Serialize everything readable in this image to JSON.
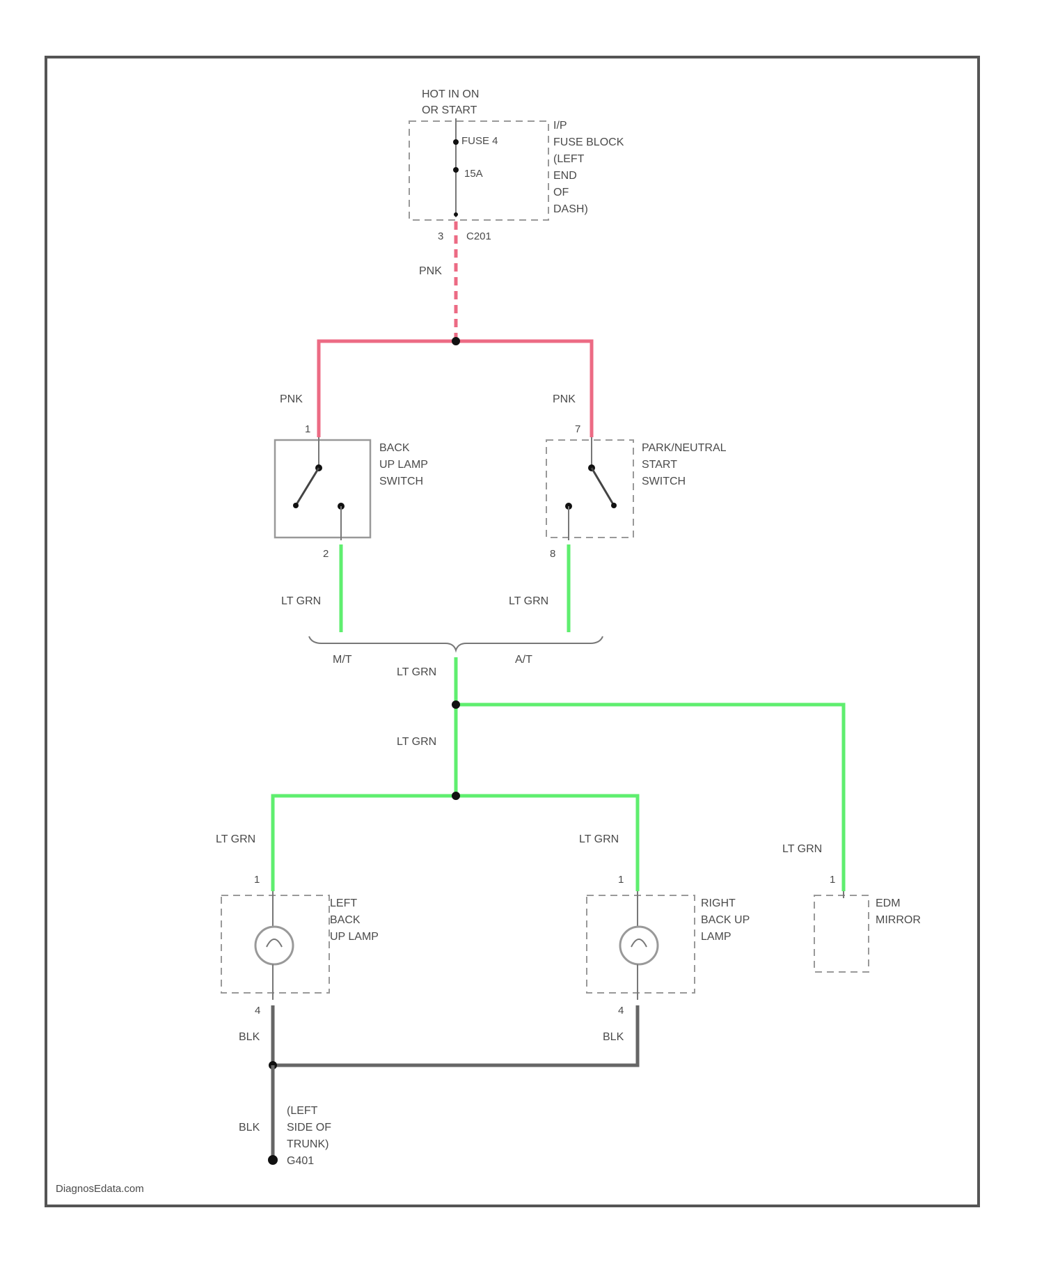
{
  "colors": {
    "pink_wire": "#ec6b84",
    "green_wire": "#5fee6f",
    "black_wire": "#666666",
    "frame": "#555555"
  },
  "power": {
    "hot_line1": "HOT IN ON",
    "hot_line2": "OR START",
    "fuse_name": "FUSE 4",
    "fuse_rating": "15A",
    "block_l1": "I/P",
    "block_l2": "FUSE BLOCK",
    "block_l3": "(LEFT",
    "block_l4": "END",
    "block_l5": "OF",
    "block_l6": "DASH)",
    "conn_pin": "3",
    "conn_name": "C201"
  },
  "wires": {
    "pnk_main": "PNK",
    "pnk_left": "PNK",
    "pnk_right": "PNK",
    "grn_backup_sw": "LT GRN",
    "grn_pn_sw": "LT GRN",
    "grn_merge": "LT GRN",
    "grn_mid": "LT GRN",
    "grn_left_lamp": "LT GRN",
    "grn_right_lamp": "LT GRN",
    "grn_mirror": "LT GRN",
    "blk_left": "BLK",
    "blk_right": "BLK",
    "blk_ground": "BLK"
  },
  "backup_switch": {
    "pin_in": "1",
    "pin_out": "2",
    "l1": "BACK",
    "l2": "UP LAMP",
    "l3": "SWITCH"
  },
  "pn_switch": {
    "pin_in": "7",
    "pin_out": "8",
    "l1": "PARK/NEUTRAL",
    "l2": "START",
    "l3": "SWITCH"
  },
  "transmission": {
    "manual": "M/T",
    "auto": "A/T"
  },
  "left_lamp": {
    "pin_in": "1",
    "pin_out": "4",
    "l1": "LEFT",
    "l2": "BACK",
    "l3": "UP LAMP"
  },
  "right_lamp": {
    "pin_in": "1",
    "pin_out": "4",
    "l1": "RIGHT",
    "l2": "BACK UP",
    "l3": "LAMP"
  },
  "mirror": {
    "pin": "1",
    "l1": "EDM",
    "l2": "MIRROR"
  },
  "ground": {
    "l1": "(LEFT",
    "l2": "SIDE OF",
    "l3": "TRUNK)",
    "l4": "G401"
  },
  "watermark": "DiagnosEdata.com"
}
